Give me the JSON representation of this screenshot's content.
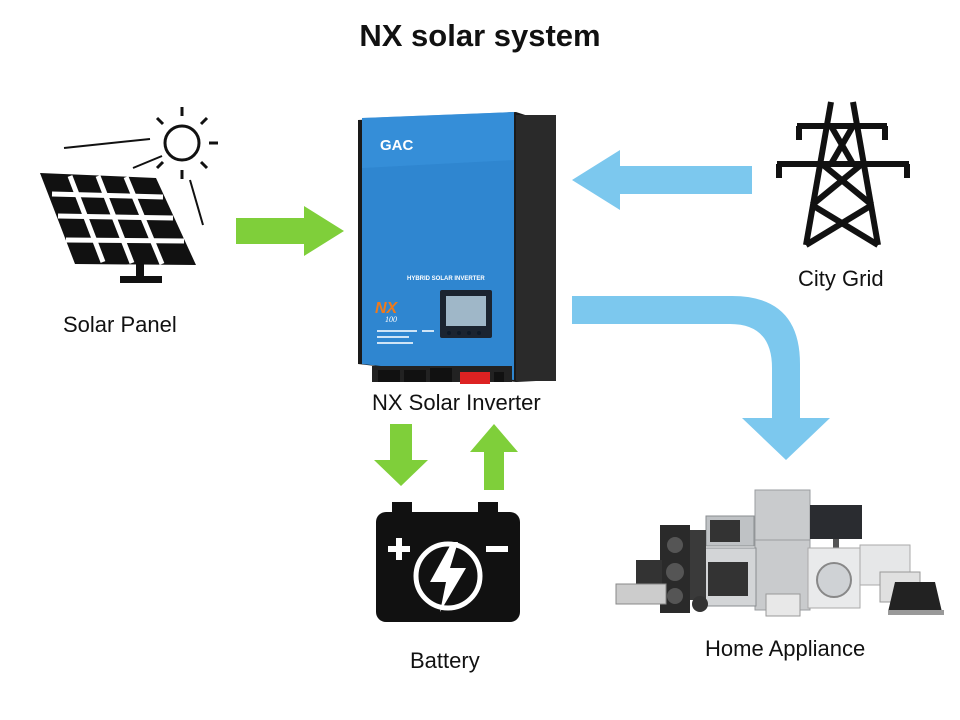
{
  "title": "NX solar system",
  "labels": {
    "solar_panel": "Solar Panel",
    "inverter": "NX Solar Inverter",
    "city_grid": "City Grid",
    "battery": "Battery",
    "home_appliance": "Home Appliance"
  },
  "inverter_face": {
    "logo": "GAC",
    "header": "HYBRID SOLAR INVERTER",
    "model": "NX",
    "model_num": "100"
  },
  "colors": {
    "green_arrow": "#7fcf3a",
    "blue_arrow": "#7cc8ee",
    "inverter_blue": "#2f86d0",
    "icon_black": "#111111"
  }
}
